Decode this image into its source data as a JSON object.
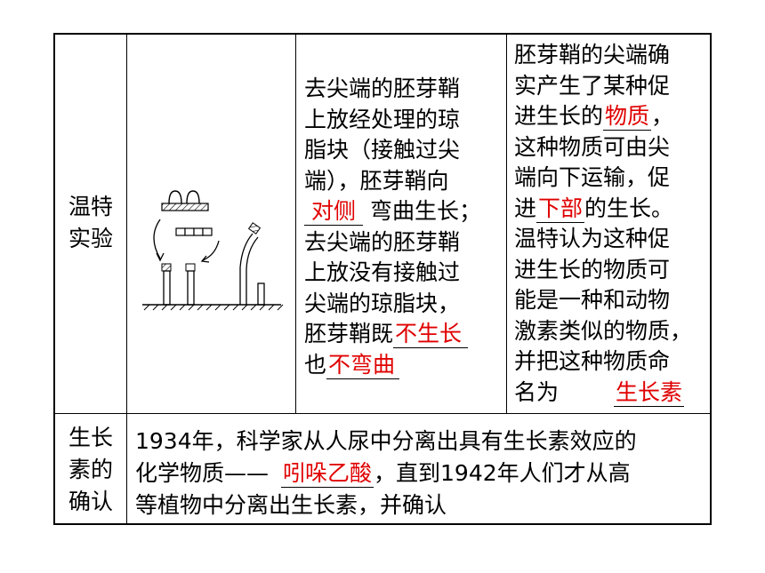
{
  "row1": {
    "label": [
      "温特",
      "实验"
    ],
    "col2": {
      "seg1": [
        "去尖端的胚芽鞘",
        "上放经处理的琼",
        "脂块（接触过尖",
        "端），胚芽鞘向"
      ],
      "blank1": "对侧",
      "seg2": "弯曲生长；",
      "seg3": [
        "去尖端的胚芽鞘",
        "上放没有接触过",
        "尖端的琼脂块，"
      ],
      "seg4": "胚芽鞘既",
      "blank2": "不生长",
      "seg5": "也",
      "blank3": "不弯曲"
    },
    "col3": {
      "l1": "胚芽鞘的尖端确",
      "l2": "实产生了某种促",
      "l3a": "进生长的",
      "blank1": "物质",
      "l3b": "，",
      "l4": "这种物质可由尖",
      "l5": "端向下运输，促",
      "l6a": "进",
      "blank2": "下部",
      "l6b": "的生长。",
      "l7": "温特认为这种促",
      "l8": "进生长的物质可",
      "l9": "能是一种和动物",
      "l10": "激素类似的物质，",
      "l11": "并把这种物质命",
      "l12": "名为",
      "blank3": "生长素"
    }
  },
  "row2": {
    "label": [
      "生长",
      "素的",
      "确认"
    ],
    "line1": "1934年，科学家从人尿中分离出具有生长素效应的",
    "line2a": "化学物质——",
    "blank": "吲哚乙酸",
    "line2b": "，直到1942年人们才从高",
    "line3": "等植物中分离出生长素，并确认"
  },
  "colors": {
    "answer": "#e00000",
    "border": "#000000"
  }
}
